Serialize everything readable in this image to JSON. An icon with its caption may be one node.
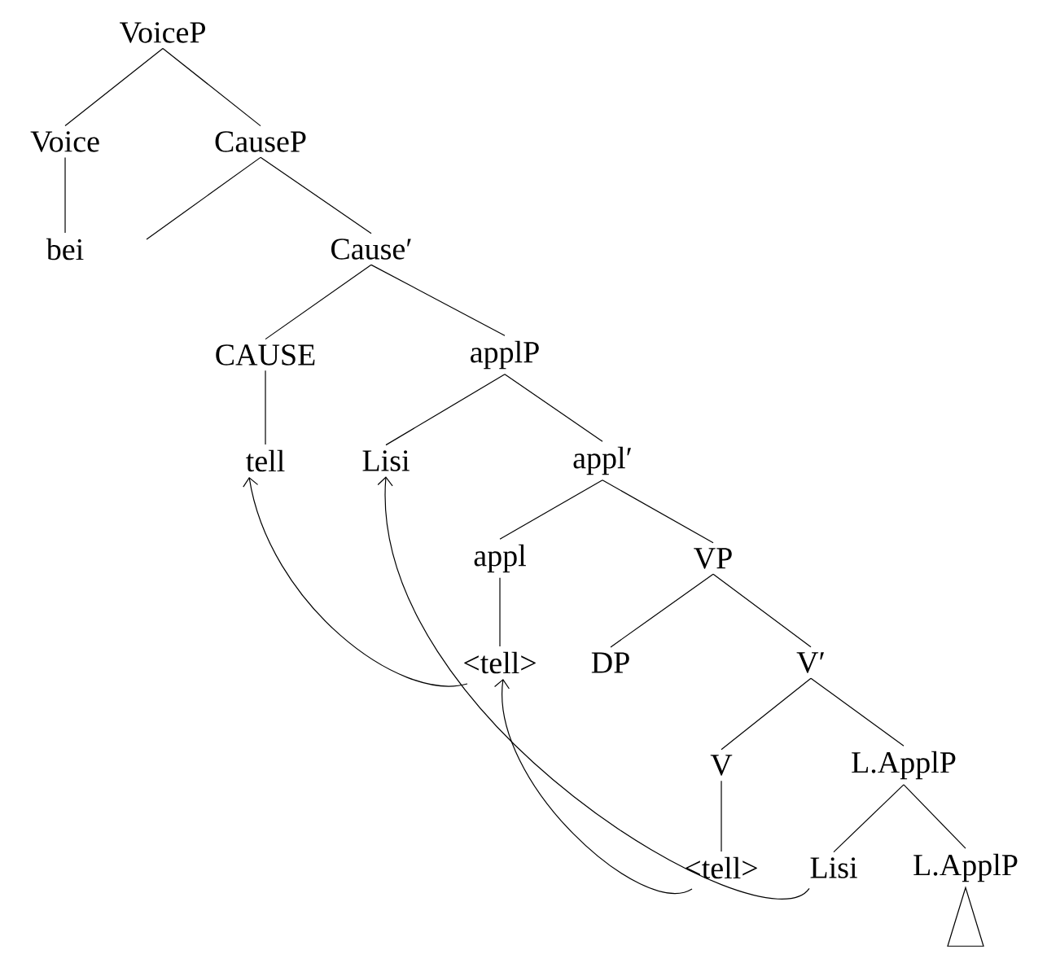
{
  "diagram": {
    "nodes": [
      {
        "text": [
          "VoiceP"
        ]
      },
      {
        "text": [
          "Voice"
        ]
      },
      {
        "text": [
          "CauseP"
        ]
      },
      {
        "text": [
          "bei"
        ]
      },
      {
        "text": [
          "Cause′"
        ]
      },
      {
        "text": [
          "CAUSE"
        ]
      },
      {
        "text": [
          "applP"
        ]
      },
      {
        "text": [
          "tell"
        ]
      },
      {
        "text": [
          "Lisi"
        ]
      },
      {
        "text": [
          "appl′"
        ]
      },
      {
        "text": [
          "appl"
        ]
      },
      {
        "text": [
          "VP"
        ]
      },
      {
        "text": [
          "<tell>"
        ]
      },
      {
        "text": [
          "DP"
        ]
      },
      {
        "text": [
          "V′"
        ]
      },
      {
        "text": [
          "V"
        ]
      },
      {
        "text": [
          "L.ApplP"
        ]
      },
      {
        "text": [
          "<tell>"
        ]
      },
      {
        "text": [
          "Lisi"
        ]
      },
      {
        "text": [
          "L.ApplP"
        ]
      },
      {
        "text": [],
        "shape": "triangle"
      }
    ],
    "edges": [
      {
        "from": 0,
        "to": 1,
        "arrow": "none"
      },
      {
        "from": 0,
        "to": 2,
        "arrow": "none"
      },
      {
        "from": 1,
        "to": 3,
        "arrow": "none"
      },
      {
        "from": 2,
        "to": null,
        "arrow": "none"
      },
      {
        "from": 2,
        "to": 4,
        "arrow": "none"
      },
      {
        "from": 4,
        "to": 5,
        "arrow": "none"
      },
      {
        "from": 4,
        "to": 6,
        "arrow": "none"
      },
      {
        "from": 5,
        "to": 7,
        "arrow": "none"
      },
      {
        "from": 6,
        "to": 8,
        "arrow": "none"
      },
      {
        "from": 6,
        "to": 9,
        "arrow": "none"
      },
      {
        "from": 9,
        "to": 10,
        "arrow": "none"
      },
      {
        "from": 9,
        "to": 11,
        "arrow": "none"
      },
      {
        "from": 10,
        "to": 12,
        "arrow": "none"
      },
      {
        "from": 11,
        "to": 13,
        "arrow": "none"
      },
      {
        "from": 11,
        "to": 14,
        "arrow": "none"
      },
      {
        "from": 14,
        "to": 15,
        "arrow": "none"
      },
      {
        "from": 14,
        "to": 16,
        "arrow": "none"
      },
      {
        "from": 15,
        "to": 17,
        "arrow": "none"
      },
      {
        "from": 16,
        "to": 18,
        "arrow": "none"
      },
      {
        "from": 16,
        "to": 19,
        "arrow": "none"
      },
      {
        "from": 12,
        "to": 7,
        "arrow": "to"
      },
      {
        "from": 18,
        "to": 8,
        "arrow": "to"
      },
      {
        "from": 17,
        "to": 12,
        "arrow": "to"
      }
    ]
  }
}
